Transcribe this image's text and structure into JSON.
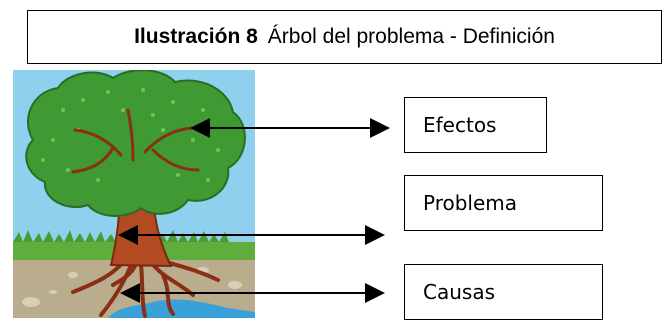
{
  "title": {
    "number": "Ilustración 8",
    "text": "Árbol del problema - Definición"
  },
  "labels": {
    "effects": "Efectos",
    "problem": "Problema",
    "causes": "Causas"
  },
  "colors": {
    "sky": "#8fd0ef",
    "canopy": "#3f9a34",
    "trunk": "#b24a22",
    "grass": "#5fae3c",
    "soil": "#b9ad8e",
    "water": "#3aa0d8"
  }
}
